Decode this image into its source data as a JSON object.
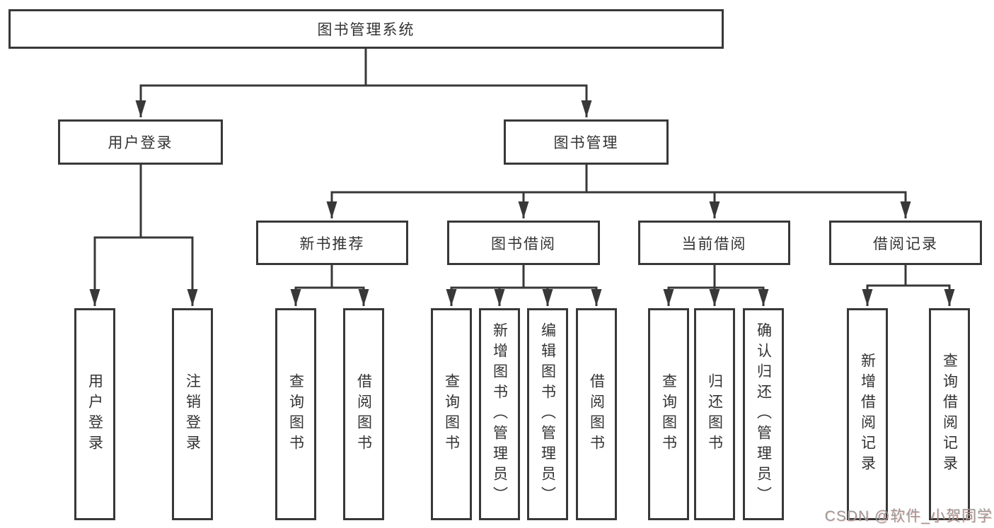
{
  "root": {
    "label": "图书管理系统"
  },
  "branch_user": {
    "label": "用户登录",
    "leaves": [
      "用户登录",
      "注销登录"
    ]
  },
  "branch_book": {
    "label": "图书管理"
  },
  "group_new_book": {
    "label": "新书推荐",
    "leaves": [
      "查询图书",
      "借阅图书"
    ]
  },
  "group_borrow": {
    "label": "图书借阅",
    "leaves": [
      "查询图书",
      "新增图书（管理员）",
      "编辑图书（管理员）",
      "借阅图书"
    ]
  },
  "group_current": {
    "label": "当前借阅",
    "leaves": [
      "查询图书",
      "归还图书",
      "确认归还（管理员）"
    ]
  },
  "group_records": {
    "label": "借阅记录",
    "leaves": [
      "新增借阅记录",
      "查询借阅记录"
    ]
  },
  "watermark": {
    "text": "CSDN @软件_小贺同学"
  },
  "colors": {
    "line": "#383838",
    "box_border": "#383838",
    "box_fill": "#ffffff",
    "text": "#333333",
    "watermark": "#9a9a9a",
    "background": "#ffffff"
  }
}
